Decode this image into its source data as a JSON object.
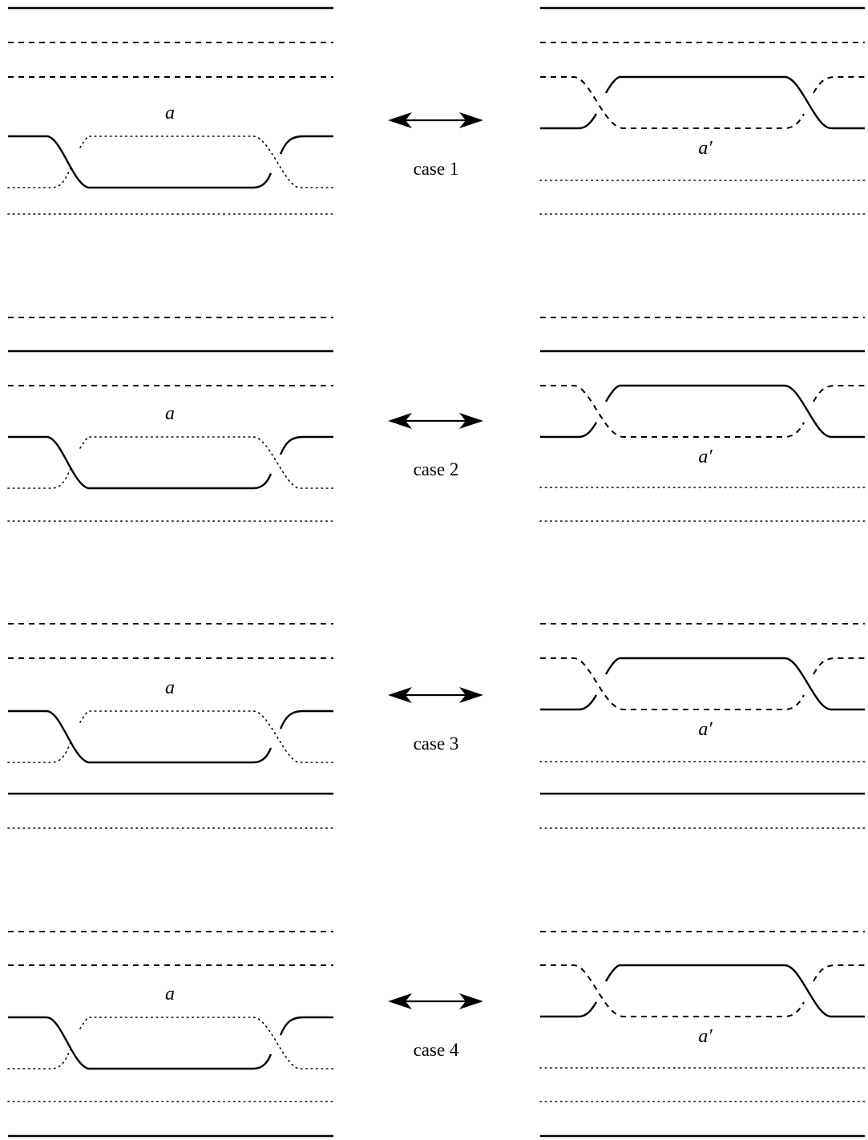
{
  "diagram": {
    "left_label": "a",
    "right_label": "a′",
    "rows": [
      {
        "case_label": "case 1",
        "left_strands": [
          "solid",
          "dashed",
          "dashed",
          "crossing",
          "dotted"
        ],
        "right_strands": [
          "solid",
          "dashed",
          "crossing",
          "dotted",
          "dotted"
        ]
      },
      {
        "case_label": "case 2",
        "left_strands": [
          "dashed",
          "solid",
          "dashed",
          "crossing",
          "dotted"
        ],
        "right_strands": [
          "dashed",
          "solid",
          "crossing",
          "dotted",
          "dotted"
        ]
      },
      {
        "case_label": "case 3",
        "left_strands": [
          "dashed",
          "dashed",
          "crossing",
          "solid",
          "dotted"
        ],
        "right_strands": [
          "dashed",
          "crossing",
          "dotted",
          "solid",
          "dotted"
        ]
      },
      {
        "case_label": "case 4",
        "left_strands": [
          "dashed",
          "dashed",
          "crossing",
          "dotted",
          "solid"
        ],
        "right_strands": [
          "dashed",
          "crossing",
          "dotted",
          "dotted",
          "solid"
        ]
      }
    ]
  }
}
